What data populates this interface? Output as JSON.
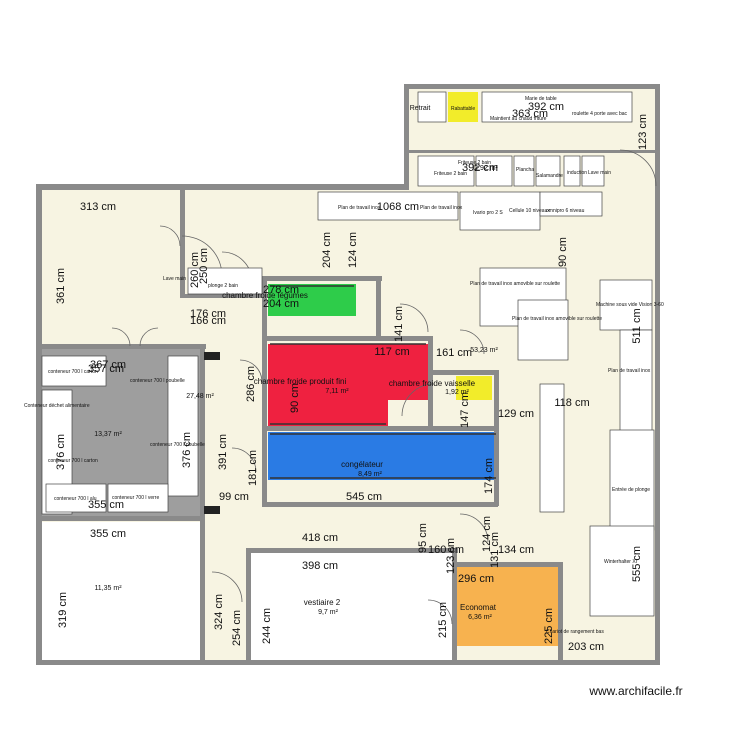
{
  "colors": {
    "floor": "#f7f4e2",
    "wall": "#8a8a8a",
    "storage": "#9e9e9e",
    "legumes": "#2ecc4a",
    "produit_fini": "#ef2140",
    "congelateur": "#2a7be4",
    "vaisselle": "#f2ec2a",
    "economat": "#f7b24f",
    "rabattable": "#f2ec2a"
  },
  "rooms": {
    "legumes": "chambre froide légumes",
    "produit_fini": "chambre froide produit fini",
    "vaisselle": "chambre froide vaisselle",
    "congelateur": "congélateur",
    "vestiaire": "vestiaire 2",
    "economat": "Economat"
  },
  "areas": {
    "a1": "7,11 m²",
    "a2": "1,92 m²",
    "a3": "8,49 m²",
    "a4": "9,7 m²",
    "a5": "6,36 m²",
    "a6": "11,35 m²",
    "a7": "13,37 m²",
    "a8": "27,48 m²",
    "a9": "53,23 m²",
    "a10": "2,92 m²"
  },
  "dimensions": {
    "d1": "313 cm",
    "d2": "361 cm",
    "d3": "260 cm",
    "d4": "250 cm",
    "d5": "204 cm",
    "d6": "124 cm",
    "d7": "1068 cm",
    "d8": "90 cm",
    "d9": "278 cm",
    "d10": "204 cm",
    "d11": "176 cm",
    "d12": "166 cm",
    "d13": "141 cm",
    "d14": "511 cm",
    "d15": "117 cm",
    "d16": "161 cm",
    "d17": "367 cm",
    "d18": "357 cm",
    "d19": "286 cm",
    "d20": "90 cm",
    "d21": "147 cm",
    "d22": "129 cm",
    "d23": "118 cm",
    "d24": "376 cm",
    "d25": "376 cm",
    "d26": "391 cm",
    "d27": "181 cm",
    "d28": "174 cm",
    "d29": "99 cm",
    "d30": "545 cm",
    "d31": "355 cm",
    "d32": "355 cm",
    "d33": "418 cm",
    "d34": "95 cm",
    "d35": "124 cm",
    "d36": "123 cm",
    "d37": "160 cm",
    "d38": "131 cm",
    "d39": "134 cm",
    "d40": "555 cm",
    "d41": "398 cm",
    "d42": "296 cm",
    "d43": "319 cm",
    "d44": "324 cm",
    "d45": "254 cm",
    "d46": "244 cm",
    "d47": "215 cm",
    "d48": "225 cm",
    "d49": "203 cm",
    "d50": "392 cm",
    "d51": "363 cm",
    "d52": "123 cm",
    "d53": "392 cm"
  },
  "equipment": {
    "e1": "Retrait",
    "e2": "Rabattable",
    "e3": "Marie de table",
    "e4": "Maintient au chaud friture",
    "e5": "roulette 4 porte avec bac",
    "e6": "Friteuse 2 bain",
    "e7": "Friteuse 2 bain",
    "e8": "Plancha",
    "e9": "Salamandre",
    "e10": "induction",
    "e11": "Lave main",
    "e12": "Plan de travail inox",
    "e13": "Plan de travail inox",
    "e14": "Ivario pro 2 S",
    "e15": "Cellule 10 niveaux",
    "e16": "omnipro 6 niveau",
    "e17": "Lave main",
    "e18": "plonge 2 bain",
    "e19": "Plan de travail inox amovible sur roulette",
    "e20": "Plan de travail inox amovible sur roulette",
    "e21": "Machine sous vide Vision 3-60",
    "e22": "conteneur 700 l carton",
    "e23": "conteneur 700 l poubelle",
    "e24": "Conteneur déchet alimentaire",
    "e25": "conteneur 700 l poubelle",
    "e26": "conteneur 700 l carton",
    "e27": "conteneur 700 l alu",
    "e28": "conteneur 700 l verre",
    "e29": "Plan de travail inox",
    "e30": "Entrée de plonge",
    "e31": "Winterhalter XI",
    "e32": "Chariot de rangement bas"
  },
  "watermark": "www.archifacile.fr"
}
